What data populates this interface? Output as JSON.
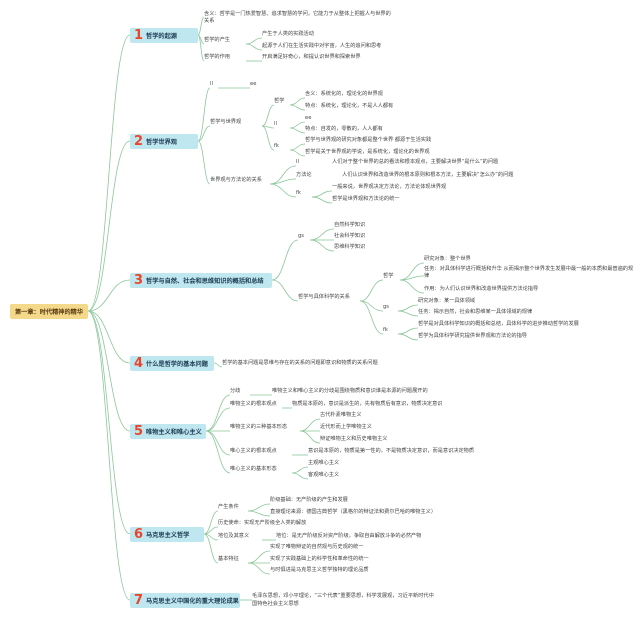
{
  "root": "第一章：时代精神的精华",
  "topics": [
    {
      "num": "1",
      "label": "哲学的起源"
    },
    {
      "num": "2",
      "label": "哲学世界观"
    },
    {
      "num": "3",
      "label": "哲学与自然、社会和思维知识的概括和总结"
    },
    {
      "num": "4",
      "label": "什么是哲学的基本问题"
    },
    {
      "num": "5",
      "label": "唯物主义和唯心主义"
    },
    {
      "num": "6",
      "label": "马克思主义哲学"
    },
    {
      "num": "7",
      "label": "马克思主义中国化的重大理论成果"
    }
  ],
  "t1": {
    "def": "含义：哲学是一门热爱智慧、追求智慧的学问，它能力于从整体上把握人与世界的关系",
    "origin": "哲学的产生",
    "o1": "产生于人类的实践活动",
    "o2": "起源于人们在生活实践中对宇宙，人生的追问和思考",
    "use": "哲学的作用",
    "u1": "开启满足好奇心，和提认识世界和探索世界"
  },
  "t2": {
    "m1": "ll",
    "m2": "ee",
    "zx": "哲学与世界观",
    "zx_a": "哲学",
    "zx_a1": "含义：系统化的，理论化的世界观",
    "zx_a2": "特点：系统化，理论化，不是人人都有",
    "zx_b": "ll",
    "zx_b1": "ee",
    "zx_b2": "特点：自发的，零散的，人人都有",
    "zx_c": "fk",
    "zx_c1": "哲学与世界观的研究对象都是整个世界 都源于生活实践",
    "zx_c2": "哲学是关于世界观的学说，是系统化，理论化的世界观",
    "sjf": "世界观与方法论的关系",
    "sjf_a": "ll",
    "sjf_a1": "人们对于整个世界的总的看法和根本观点，主要解决世界“是什么”的问题",
    "sjf_b": "方法论",
    "sjf_b1": "人们认识世界和改造世界的根本原则和根本方法，主要解决“怎么办”的问题",
    "sjf_c": "fk",
    "sjf_c1": "一般来说，世界观决定方法论，方法论体现世界观",
    "sjf_c2": "哲学是世界观和方法论的统一"
  },
  "t3": {
    "gs": "gs",
    "k1": "自然科学知识",
    "k2": "社会科学知识",
    "k3": "思维科学知识",
    "zj": "哲学与具体科学的关系",
    "zx": "哲学",
    "zx1": "研究对象：整个世界",
    "zx2": "任务：对具体科学进行概括和升华 从而揭示整个世界发生发展中最一般的本质和最普遍的规律",
    "zx3": "作用：为人们认识世界和改造世界提供方法论指导",
    "gs2": "gs",
    "gs2_1": "研究对象：某一具体领域",
    "gs2_2": "任务：揭示自然，社会和思维某一具体领域的规律",
    "fk": "fk",
    "fk1": "哲学是对具体科学知识的概括和总结，具体科学的进步推动哲学的发展",
    "fk2": "哲学为具体科学研究提供世界观和方法论的指导"
  },
  "t4": {
    "a1": "哲学的基本问题是思维与存在的关系的问题即意识和物质的关系问题"
  },
  "t5": {
    "fy": "分歧",
    "fy1": "唯物主义和唯心主义的分歧是围绕物质和意识谁是本源的问题展开的",
    "wbg": "唯物主义的根本观点",
    "wbg1": "物质是本原的，意识是派生的，先有物质后有意识，物质决定意识",
    "wxt": "唯物主义的三种基本形态",
    "wxt1": "古代朴素唯物主义",
    "wxt2": "近代形而上学唯物主义",
    "wxt3": "辩证唯物主义和历史唯物主义",
    "xbg": "唯心主义的根本观点",
    "xbg1": "意识是本原的，物质是第一性的，不是物质决定意识，而是意识决定物质",
    "xjb": "唯心主义的基本形态",
    "xjb1": "主观唯心主义",
    "xjb2": "客观唯心主义"
  },
  "t6": {
    "cs": "产生条件",
    "cs1": "阶级基础：无产阶级的产生和发展",
    "cs2": "直接理论来源：德国古典哲学（黑格尔的辩证法和费尔巴哈的唯物主义）",
    "ls": "历史使命：实现无产阶级全人类的解放",
    "dw": "地位及其意义",
    "dw1": "地位：是无产阶级反对资产阶级，争取自由解放斗争的必然产物",
    "jb": "基本特征",
    "jb1": "实现了唯物辩证的自然观与历史观的统一",
    "jb2": "实现了实践基础上的科学性和革命性的统一",
    "jb3": "与时俱进是马克思主义哲学独特的理论品质"
  },
  "t7": {
    "a1": "毛泽东思想，邓小平理论，“三个代表”重要思想，科学发展观，习近平新时代中",
    "a2": "国特色社会主义思想"
  }
}
